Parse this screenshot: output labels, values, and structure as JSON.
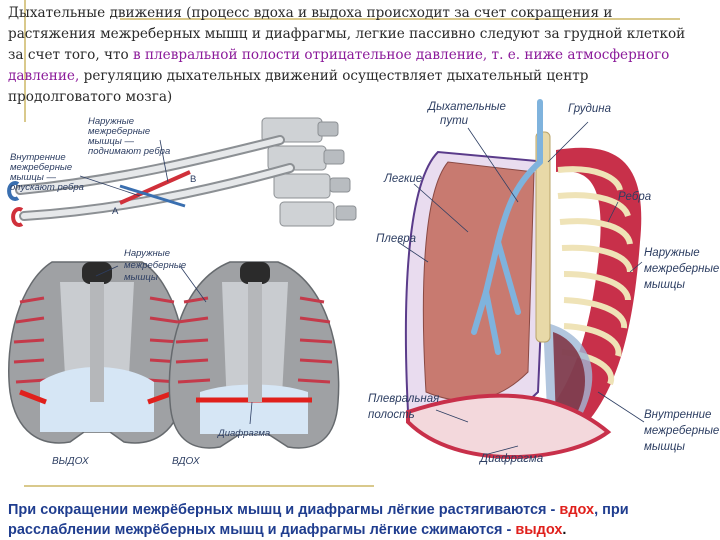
{
  "intro": {
    "part1": "Дыхательные движения (процесс вдоха и выдоха происходит за счет сокращения и растяжения межреберных мышц и диафрагмы, легкие пассивно следуют за грудной клеткой за счет того, что",
    "part2": " в плевральной полости отрицательное  давление, т. е. ниже атмосферного давление,",
    "part3": " регуляцию дыхательных движений осуществляет дыхательный центр продолговатого мозга)"
  },
  "caption": {
    "part1": "При сокращении межрёберных мышц и диафрагмы лёгкие растягиваются - ",
    "inhale": "вдох",
    "part2": ",  при расслаблении межрёберных мышц и диафрагмы лёгкие сжимаются - ",
    "exhale": "выдох",
    "end": "."
  },
  "ribs_diagram": {
    "outer_line1": "Наружные",
    "outer_line2": "межреберные",
    "outer_line3": "мышцы —",
    "outer_line4": "поднимают ребра",
    "inner_line1": "Внутренние",
    "inner_line2": "межреберные",
    "inner_line3": "мышцы —",
    "inner_line4": "опускают ребра",
    "point_a": "А",
    "point_b": "В"
  },
  "chest_diagram": {
    "outer_line1": "Наружные",
    "outer_line2": "межреберные",
    "outer_line3": "мышцы",
    "exhale": "ВЫДОХ",
    "inhale": "ВДОХ",
    "diaphragm": "Диафрагма"
  },
  "lung_diagram": {
    "airways_line1": "Дыхательные",
    "airways_line2": "пути",
    "sternum": "Грудина",
    "lungs": "Легкие",
    "ribs": "Ребра",
    "pleura": "Плевра",
    "outer_line1": "Наружные",
    "outer_line2": "межреберные",
    "outer_line3": "мышцы",
    "cavity_line1": "Плевральная",
    "cavity_line2": "полость",
    "inner_line1": "Внутренние",
    "inner_line2": "межреберные",
    "inner_line3": "мышцы",
    "diaphragm": "Диафрагма"
  },
  "colors": {
    "muscle": "#c8304a",
    "rib": "#e8d9a8",
    "lung": "#c87a70",
    "pleura": "#e9dcef",
    "bone": "#a9abae",
    "diaphragm": "#d6e6f5",
    "airway": "#7fb3dd"
  }
}
